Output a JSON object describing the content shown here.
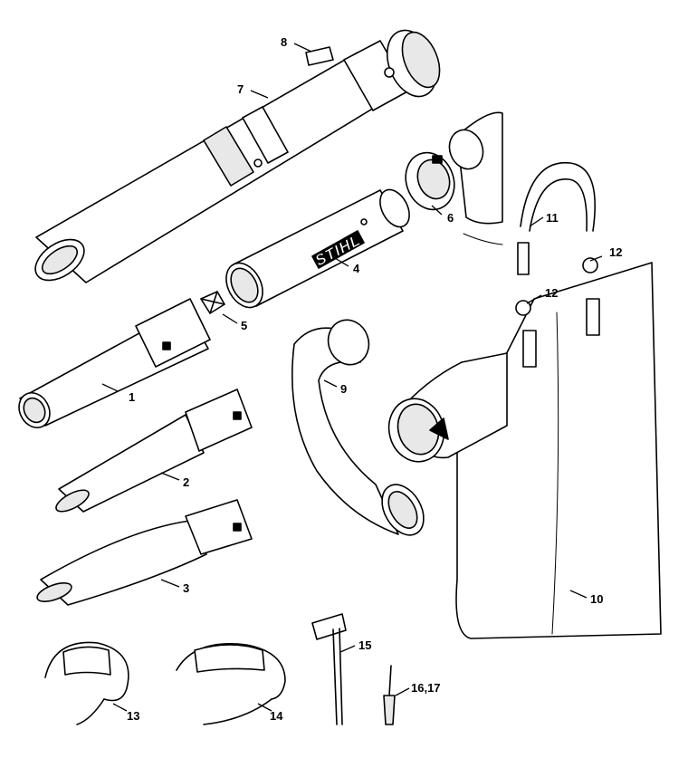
{
  "parts": [
    {
      "id": "1",
      "label": "1"
    },
    {
      "id": "2",
      "label": "2"
    },
    {
      "id": "3",
      "label": "3"
    },
    {
      "id": "4",
      "label": "4"
    },
    {
      "id": "5",
      "label": "5"
    },
    {
      "id": "6",
      "label": "6"
    },
    {
      "id": "7",
      "label": "7"
    },
    {
      "id": "8",
      "label": "8"
    },
    {
      "id": "9",
      "label": "9"
    },
    {
      "id": "10",
      "label": "10"
    },
    {
      "id": "11",
      "label": "11"
    },
    {
      "id": "12a",
      "label": "12"
    },
    {
      "id": "12b",
      "label": "12"
    },
    {
      "id": "13",
      "label": "13"
    },
    {
      "id": "14",
      "label": "14"
    },
    {
      "id": "15",
      "label": "15"
    },
    {
      "id": "16-17",
      "label": "16,17"
    }
  ],
  "brand_logo": "STIHL"
}
